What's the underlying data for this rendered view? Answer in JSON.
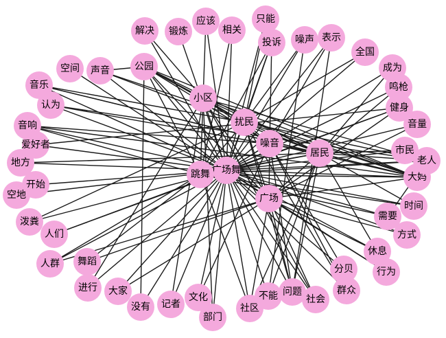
{
  "style": {
    "node_color": "#f4a9dd",
    "edge_color": "#1a1a1a"
  },
  "nodes": [
    {
      "id": "guangchangwu",
      "label": "广场舞"
    },
    {
      "id": "tiaowu",
      "label": "跳舞"
    },
    {
      "id": "guangchang",
      "label": "广场"
    },
    {
      "id": "jumin",
      "label": "居民"
    },
    {
      "id": "zaoyin",
      "label": "噪音"
    },
    {
      "id": "raomin",
      "label": "扰民"
    },
    {
      "id": "xiaoqu",
      "label": "小区"
    },
    {
      "id": "gongyuan",
      "label": "公园"
    },
    {
      "id": "shengyin",
      "label": "声音"
    },
    {
      "id": "kongjian",
      "label": "空间"
    },
    {
      "id": "yinyue",
      "label": "音乐"
    },
    {
      "id": "renwei",
      "label": "认为"
    },
    {
      "id": "yinxiang",
      "label": "音响"
    },
    {
      "id": "aihaozhe",
      "label": "爱好者"
    },
    {
      "id": "difang",
      "label": "地方"
    },
    {
      "id": "kaishi",
      "label": "开始"
    },
    {
      "id": "kongdi",
      "label": "空地"
    },
    {
      "id": "pofen",
      "label": "泼粪"
    },
    {
      "id": "renmen",
      "label": "人们"
    },
    {
      "id": "renqun",
      "label": "人群"
    },
    {
      "id": "wudao",
      "label": "舞蹈"
    },
    {
      "id": "jinxing",
      "label": "进行"
    },
    {
      "id": "dajia",
      "label": "大家"
    },
    {
      "id": "meiyou",
      "label": "没有"
    },
    {
      "id": "jizhe",
      "label": "记者"
    },
    {
      "id": "wenhua",
      "label": "文化"
    },
    {
      "id": "bumen",
      "label": "部门"
    },
    {
      "id": "shequ",
      "label": "社区"
    },
    {
      "id": "buneng",
      "label": "不能"
    },
    {
      "id": "wenti",
      "label": "问题"
    },
    {
      "id": "shehui",
      "label": "社会"
    },
    {
      "id": "fenbei",
      "label": "分贝"
    },
    {
      "id": "qunzhong",
      "label": "群众"
    },
    {
      "id": "xiuxi",
      "label": "休息"
    },
    {
      "id": "xingwei",
      "label": "行为"
    },
    {
      "id": "xuyao",
      "label": "需要"
    },
    {
      "id": "fangshi",
      "label": "方式"
    },
    {
      "id": "shijian",
      "label": "时间"
    },
    {
      "id": "dama",
      "label": "大妈"
    },
    {
      "id": "laoren",
      "label": "老人"
    },
    {
      "id": "shimin",
      "label": "市民"
    },
    {
      "id": "yinliang",
      "label": "音量"
    },
    {
      "id": "jianshen",
      "label": "健身"
    },
    {
      "id": "mingqiang",
      "label": "鸣枪"
    },
    {
      "id": "chengwei",
      "label": "成为"
    },
    {
      "id": "quanguo",
      "label": "全国"
    },
    {
      "id": "biaoshi",
      "label": "表示"
    },
    {
      "id": "zaosheng",
      "label": "噪声"
    },
    {
      "id": "tousu",
      "label": "投诉"
    },
    {
      "id": "zhineng",
      "label": "只能"
    },
    {
      "id": "xiangguan",
      "label": "相关"
    },
    {
      "id": "yinggai",
      "label": "应该"
    },
    {
      "id": "duanlian",
      "label": "锻炼"
    },
    {
      "id": "jiejue",
      "label": "解决"
    }
  ],
  "edges": [
    [
      "guangchangwu",
      "tiaowu"
    ],
    [
      "guangchangwu",
      "guangchang"
    ],
    [
      "guangchangwu",
      "jumin"
    ],
    [
      "guangchangwu",
      "zaoyin"
    ],
    [
      "guangchangwu",
      "raomin"
    ],
    [
      "guangchangwu",
      "xiaoqu"
    ],
    [
      "guangchangwu",
      "gongyuan"
    ],
    [
      "guangchangwu",
      "shengyin"
    ],
    [
      "guangchangwu",
      "kongjian"
    ],
    [
      "guangchangwu",
      "yinyue"
    ],
    [
      "guangchangwu",
      "renwei"
    ],
    [
      "guangchangwu",
      "yinxiang"
    ],
    [
      "guangchangwu",
      "aihaozhe"
    ],
    [
      "guangchangwu",
      "difang"
    ],
    [
      "guangchangwu",
      "kaishi"
    ],
    [
      "guangchangwu",
      "kongdi"
    ],
    [
      "guangchangwu",
      "pofen"
    ],
    [
      "guangchangwu",
      "renmen"
    ],
    [
      "guangchangwu",
      "renqun"
    ],
    [
      "guangchangwu",
      "jinxing"
    ],
    [
      "guangchangwu",
      "dajia"
    ],
    [
      "guangchangwu",
      "meiyou"
    ],
    [
      "guangchangwu",
      "jizhe"
    ],
    [
      "guangchangwu",
      "wenhua"
    ],
    [
      "guangchangwu",
      "bumen"
    ],
    [
      "guangchangwu",
      "shequ"
    ],
    [
      "guangchangwu",
      "buneng"
    ],
    [
      "guangchangwu",
      "wenti"
    ],
    [
      "guangchangwu",
      "shehui"
    ],
    [
      "guangchangwu",
      "fenbei"
    ],
    [
      "guangchangwu",
      "qunzhong"
    ],
    [
      "guangchangwu",
      "xiuxi"
    ],
    [
      "guangchangwu",
      "xingwei"
    ],
    [
      "guangchangwu",
      "xuyao"
    ],
    [
      "guangchangwu",
      "fangshi"
    ],
    [
      "guangchangwu",
      "shijian"
    ],
    [
      "guangchangwu",
      "dama"
    ],
    [
      "guangchangwu",
      "laoren"
    ],
    [
      "guangchangwu",
      "shimin"
    ],
    [
      "guangchangwu",
      "yinliang"
    ],
    [
      "guangchangwu",
      "jianshen"
    ],
    [
      "guangchangwu",
      "mingqiang"
    ],
    [
      "guangchangwu",
      "chengwei"
    ],
    [
      "guangchangwu",
      "quanguo"
    ],
    [
      "guangchangwu",
      "biaoshi"
    ],
    [
      "guangchangwu",
      "zaosheng"
    ],
    [
      "guangchangwu",
      "tousu"
    ],
    [
      "guangchangwu",
      "zhineng"
    ],
    [
      "guangchangwu",
      "xiangguan"
    ],
    [
      "guangchangwu",
      "yinggai"
    ],
    [
      "guangchangwu",
      "duanlian"
    ],
    [
      "guangchangwu",
      "jiejue"
    ],
    [
      "tiaowu",
      "gongyuan"
    ],
    [
      "tiaowu",
      "xiaoqu"
    ],
    [
      "tiaowu",
      "raomin"
    ],
    [
      "tiaowu",
      "jumin"
    ],
    [
      "tiaowu",
      "dama"
    ],
    [
      "tiaowu",
      "laoren"
    ],
    [
      "tiaowu",
      "shijian"
    ],
    [
      "tiaowu",
      "wudao"
    ],
    [
      "tiaowu",
      "shequ"
    ],
    [
      "tiaowu",
      "xuyao"
    ],
    [
      "tiaowu",
      "renqun"
    ],
    [
      "tiaowu",
      "tousu"
    ],
    [
      "tiaowu",
      "xiangguan"
    ],
    [
      "tiaowu",
      "yinxiang"
    ],
    [
      "guangchang",
      "renqun"
    ],
    [
      "guangchang",
      "wudao"
    ],
    [
      "guangchang",
      "wenti"
    ],
    [
      "guangchang",
      "shehui"
    ],
    [
      "guangchang",
      "fangshi"
    ],
    [
      "guangchang",
      "xiuxi"
    ],
    [
      "guangchang",
      "xingwei"
    ],
    [
      "guangchang",
      "dama"
    ],
    [
      "guangchang",
      "jumin"
    ],
    [
      "guangchang",
      "zaoyin"
    ],
    [
      "guangchang",
      "raomin"
    ],
    [
      "guangchang",
      "gongyuan"
    ],
    [
      "guangchang",
      "xiaoqu"
    ],
    [
      "guangchang",
      "jianshen"
    ],
    [
      "guangchang",
      "yinliang"
    ],
    [
      "guangchang",
      "shequ"
    ],
    [
      "jumin",
      "xiaoqu"
    ],
    [
      "jumin",
      "raomin"
    ],
    [
      "jumin",
      "zaoyin"
    ],
    [
      "jumin",
      "gongyuan"
    ],
    [
      "jumin",
      "shengyin"
    ],
    [
      "jumin",
      "yinyue"
    ],
    [
      "jumin",
      "shimin"
    ],
    [
      "jumin",
      "laoren"
    ],
    [
      "jumin",
      "dama"
    ],
    [
      "jumin",
      "wenti"
    ],
    [
      "jumin",
      "buneng"
    ],
    [
      "jumin",
      "shequ"
    ],
    [
      "jumin",
      "renwei"
    ],
    [
      "zaoyin",
      "raomin"
    ],
    [
      "zaoyin",
      "xiaoqu"
    ],
    [
      "zaoyin",
      "gongyuan"
    ],
    [
      "zaoyin",
      "biaoshi"
    ],
    [
      "zaoyin",
      "tousu"
    ],
    [
      "zaoyin",
      "dama"
    ],
    [
      "zaoyin",
      "wenti"
    ],
    [
      "zaoyin",
      "qunzhong"
    ],
    [
      "zaoyin",
      "yinxiang"
    ],
    [
      "raomin",
      "xiaoqu"
    ],
    [
      "raomin",
      "gongyuan"
    ],
    [
      "raomin",
      "tousu"
    ],
    [
      "raomin",
      "zhineng"
    ],
    [
      "raomin",
      "zaosheng"
    ],
    [
      "raomin",
      "laoren"
    ],
    [
      "raomin",
      "dama"
    ],
    [
      "raomin",
      "wenti"
    ],
    [
      "raomin",
      "quanguo"
    ],
    [
      "raomin",
      "yinyue"
    ],
    [
      "xiaoqu",
      "gongyuan"
    ],
    [
      "xiaoqu",
      "dama"
    ],
    [
      "xiaoqu",
      "jiejue"
    ],
    [
      "xiaoqu",
      "yinggai"
    ],
    [
      "xiaoqu",
      "laoren"
    ],
    [
      "gongyuan",
      "shengyin"
    ],
    [
      "gongyuan",
      "dama"
    ],
    [
      "yinxiang",
      "dama"
    ],
    [
      "yinyue",
      "dama"
    ],
    [
      "shengyin",
      "dama"
    ],
    [
      "renwei",
      "laoren"
    ],
    [
      "aihaozhe",
      "jianshen"
    ],
    [
      "difang",
      "shimin"
    ],
    [
      "pofen",
      "raomin"
    ],
    [
      "renmen",
      "jianshen"
    ],
    [
      "jinxing",
      "xiaoqu"
    ],
    [
      "meiyou",
      "gongyuan"
    ],
    [
      "bumen",
      "xiaoqu"
    ],
    [
      "wenhua",
      "zaoyin"
    ],
    [
      "shehui",
      "xiaoqu"
    ],
    [
      "fenbei",
      "zaoyin"
    ],
    [
      "qunzhong",
      "raomin"
    ],
    [
      "xiuxi",
      "jumin"
    ],
    [
      "mingqiang",
      "jumin"
    ],
    [
      "chengwei",
      "jumin"
    ],
    [
      "buneng",
      "zaosheng"
    ],
    [
      "wenti",
      "biaoshi"
    ],
    [
      "dajia",
      "guangchang"
    ],
    [
      "jizhe",
      "xiaoqu"
    ],
    [
      "shijian",
      "jumin"
    ],
    [
      "xuyao",
      "laoren"
    ]
  ]
}
